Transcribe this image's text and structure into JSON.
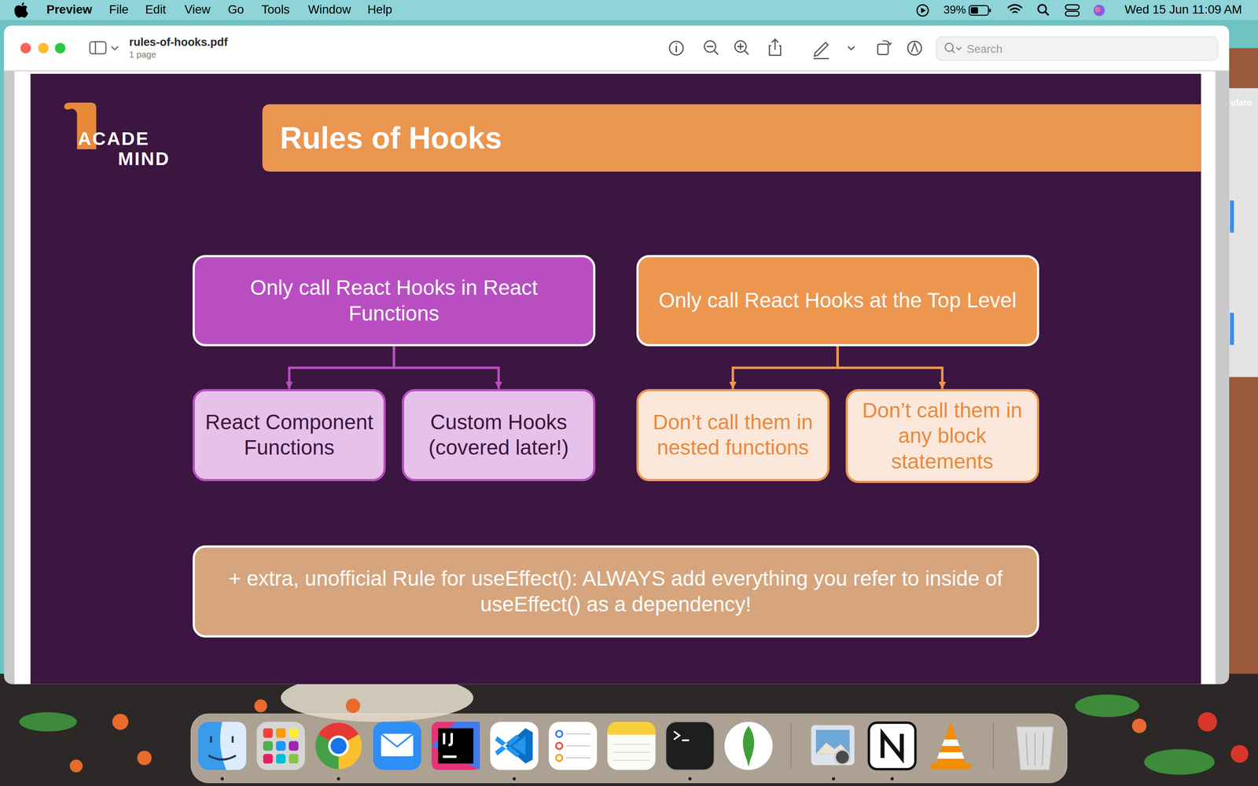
{
  "diagram": {
    "title": "Rules of Hooks",
    "nodes": [
      {
        "text": [
          "Only call React Hooks in React Functions"
        ]
      },
      {
        "text": [
          "React Component Functions"
        ]
      },
      {
        "text": [
          "Custom Hooks (covered later!)"
        ]
      },
      {
        "text": [
          "Only call React Hooks at the Top Level"
        ]
      },
      {
        "text": [
          "Don’t call them in nested functions"
        ]
      },
      {
        "text": [
          "Don’t call them in any block statements"
        ]
      },
      {
        "text": [
          "+ extra, unofficial Rule for useEffect(): ALWAYS add everything you refer to inside of useEffect() as a dependency!"
        ]
      }
    ],
    "edges": [
      {
        "from": 0,
        "to": 1,
        "arrow": "to"
      },
      {
        "from": 0,
        "to": 2,
        "arrow": "to"
      },
      {
        "from": 3,
        "to": 4,
        "arrow": "to"
      },
      {
        "from": 3,
        "to": 5,
        "arrow": "to"
      }
    ],
    "labels": [
      "Preview",
      "File",
      "Edit",
      "View",
      "Go",
      "Tools",
      "Window",
      "Help",
      "39%",
      "Wed 15 Jun 11:09 AM",
      "rules-of-hooks.pdf",
      "1 page",
      "Search",
      "ACADE",
      "MIND",
      "ulato"
    ]
  }
}
